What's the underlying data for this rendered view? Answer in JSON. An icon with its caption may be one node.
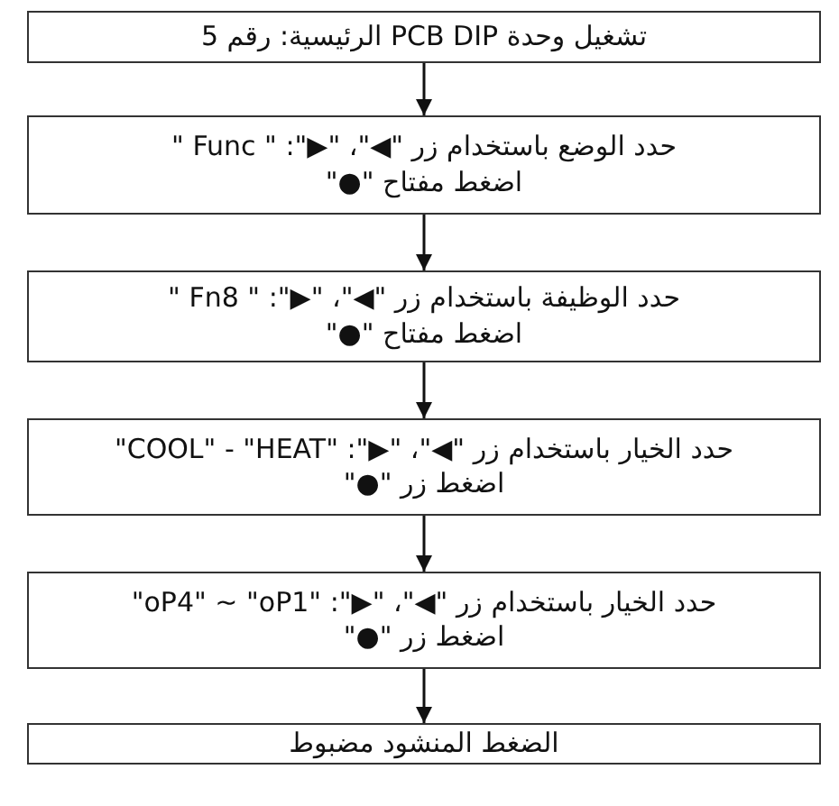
{
  "diagram": {
    "nodes": [
      {
        "text": [
          "تشغيل وحدة PCB DIP الرئيسية: رقم 5"
        ]
      },
      {
        "text": [
          "حدد الوضع باستخدام زر \"◀\"، \"▶\": \" Func \"",
          "اضغط مفتاح \"●\""
        ]
      },
      {
        "text": [
          "حدد الوظيفة باستخدام زر \"◀\"، \"▶\": \" Fn8 \"",
          "اضغط مفتاح \"●\""
        ]
      },
      {
        "text": [
          "حدد الخيار باستخدام زر \"◀\"، \"▶\": \"COOL\" - \"HEAT\"",
          "اضغط زر \"●\""
        ]
      },
      {
        "text": [
          "حدد الخيار باستخدام زر \"◀\"، \"▶\": \"oP4\" ~ \"oP1\"",
          "اضغط زر \"●\""
        ]
      },
      {
        "text": [
          "الضغط المنشود مضبوط"
        ]
      }
    ],
    "edges": [
      {
        "from": 0,
        "to": 1,
        "arrow": "to"
      },
      {
        "from": 1,
        "to": 2,
        "arrow": "to"
      },
      {
        "from": 2,
        "to": 3,
        "arrow": "to"
      },
      {
        "from": 3,
        "to": 4,
        "arrow": "to"
      },
      {
        "from": 4,
        "to": 5,
        "arrow": "to"
      }
    ]
  }
}
